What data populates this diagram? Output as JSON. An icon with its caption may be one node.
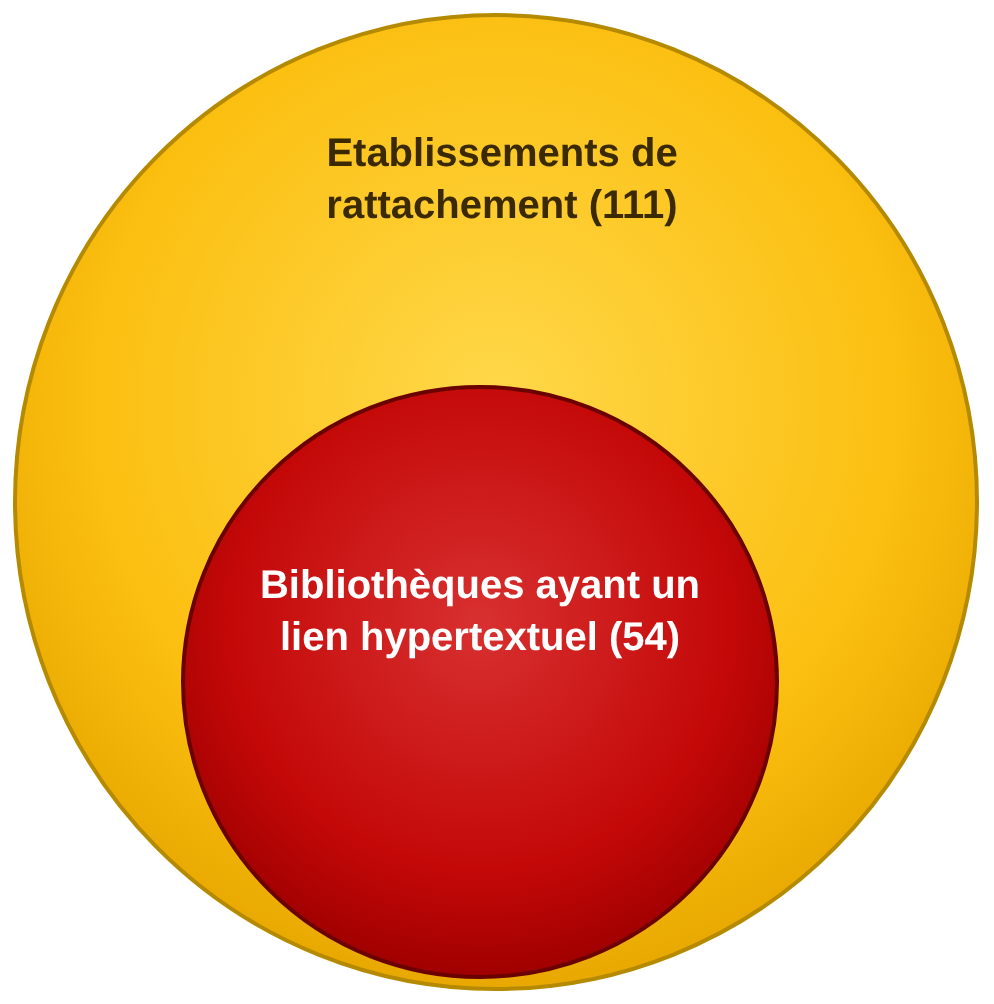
{
  "diagram": {
    "nodes": [
      {
        "text": [
          "Etablissements de rattachement (111)"
        ]
      },
      {
        "text": [
          "Bibliothèques ayant un lien hypertextuel (54)"
        ],
        "in": 0
      }
    ]
  }
}
